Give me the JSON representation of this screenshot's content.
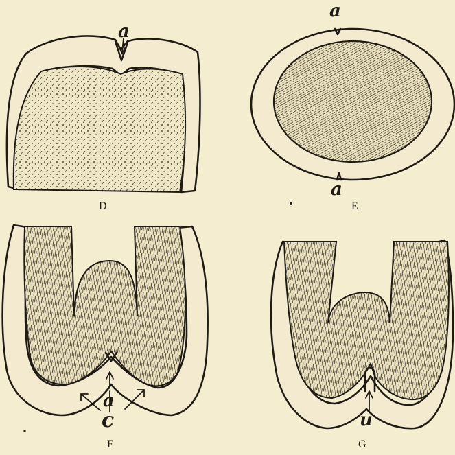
{
  "figures": [
    {
      "id": "D",
      "caption": "D",
      "annotations": [
        "a"
      ]
    },
    {
      "id": "E",
      "caption": "E",
      "annotations": [
        "a",
        "a"
      ]
    },
    {
      "id": "F",
      "caption": "F",
      "annotations": [
        "a",
        "c"
      ]
    },
    {
      "id": "G",
      "caption": "G",
      "annotations": [
        "u"
      ]
    }
  ],
  "colors": {
    "paper": "#f5edcf",
    "ink": "#1f1b14"
  }
}
